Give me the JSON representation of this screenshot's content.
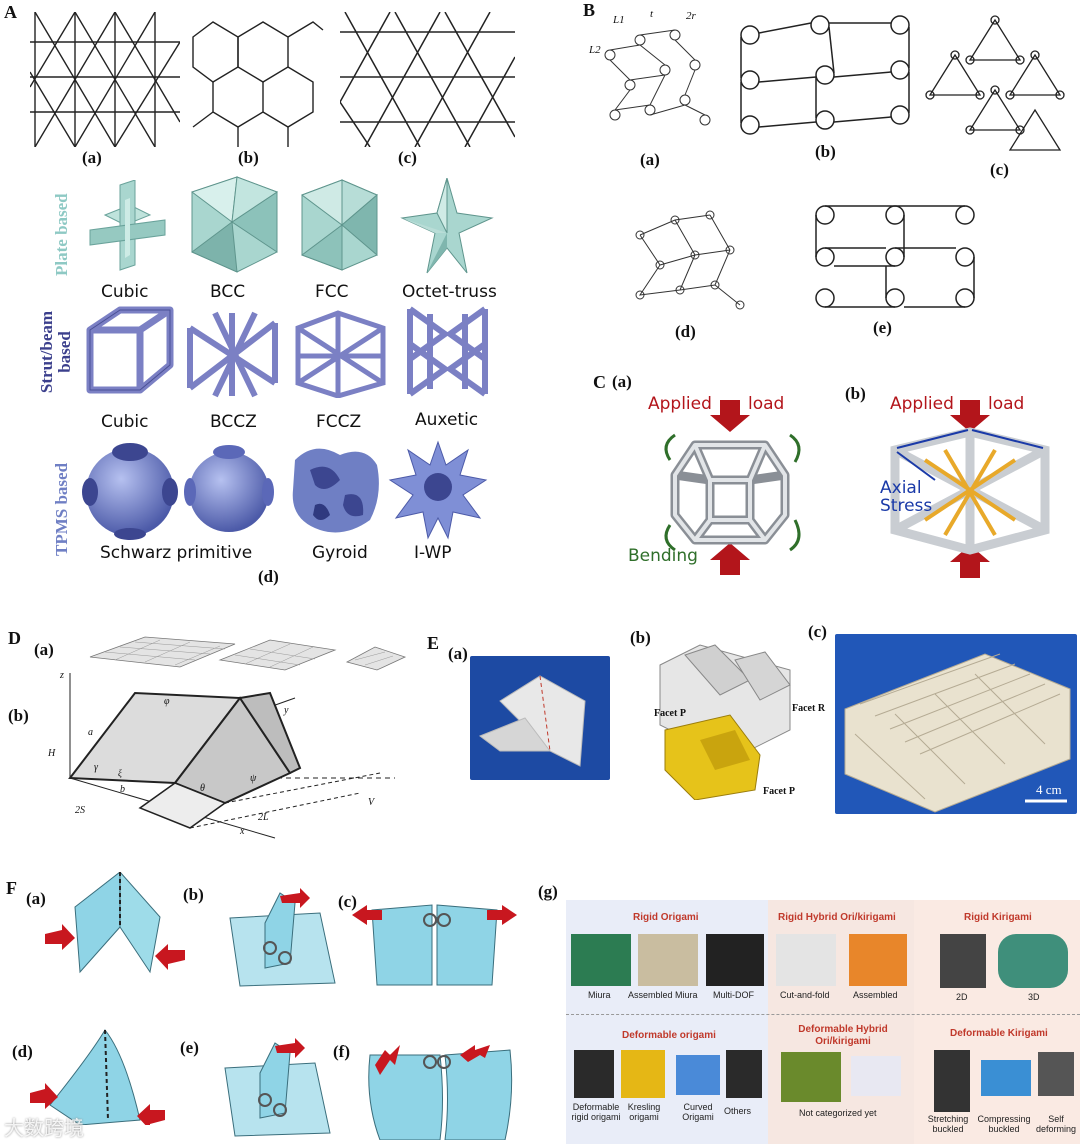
{
  "panels": {
    "A": {
      "letter": "A",
      "subs": [
        "(a)",
        "(b)",
        "(c)",
        "(d)"
      ],
      "rows": [
        {
          "label": "Plate based",
          "color": "#8ec9c4",
          "items": [
            "Cubic",
            "BCC",
            "FCC",
            "Octet-truss"
          ]
        },
        {
          "label": "Strut/beam based",
          "color": "#3b3f8c",
          "items": [
            "Cubic",
            "BCCZ",
            "FCCZ",
            "Auxetic"
          ]
        },
        {
          "label": "TPMS based",
          "color": "#6f7fc4",
          "items": [
            "Schwarz primitive",
            "Gyroid",
            "I-WP"
          ]
        }
      ]
    },
    "B": {
      "letter": "B",
      "subs": [
        "(a)",
        "(b)",
        "(c)",
        "(d)",
        "(e)"
      ],
      "symbols": [
        "L1",
        "t",
        "2r",
        "L2"
      ]
    },
    "C": {
      "letter": "C",
      "a": {
        "sub": "(a)",
        "applied": "Applied",
        "load": "load",
        "bending": "Bending"
      },
      "b": {
        "sub": "(b)",
        "applied": "Applied",
        "load": "load",
        "axial": "Axial",
        "stress": "Stress"
      }
    },
    "D": {
      "letter": "D",
      "subs": [
        "(a)",
        "(b)"
      ],
      "symbols": [
        "z",
        "y",
        "x",
        "φ",
        "a",
        "γ",
        "ξ",
        "b",
        "H",
        "θ",
        "ψ",
        "V",
        "2S",
        "2L"
      ]
    },
    "E": {
      "letter": "E",
      "subs": [
        "(a)",
        "(b)",
        "(c)"
      ],
      "facets": [
        "Facet P",
        "Facet R",
        "Facet P"
      ],
      "scale": "4 cm"
    },
    "F": {
      "letter": "F",
      "subs": [
        "(a)",
        "(b)",
        "(c)",
        "(d)",
        "(e)",
        "(f)",
        "(g)"
      ]
    },
    "G": {
      "sections": [
        {
          "title": "Rigid Origami",
          "items": [
            "Miura",
            "Assembled Miura",
            "Multi-DOF"
          ]
        },
        {
          "title": "Rigid Hybrid Ori/kirigami",
          "items": [
            "Cut-and-fold",
            "Assembled"
          ]
        },
        {
          "title": "Rigid Kirigami",
          "items": [
            "2D",
            "3D"
          ]
        },
        {
          "title": "Deformable origami",
          "items": [
            "Deformable rigid origami",
            "Kresling origami",
            "Curved Origami",
            "Others"
          ]
        },
        {
          "title": "Deformable Hybrid Ori/kirigami",
          "items": [
            "Not categorized yet"
          ]
        },
        {
          "title": "Deformable Kirigami",
          "items": [
            "Stretching buckled",
            "Compressing buckled",
            "Self deforming"
          ]
        }
      ]
    },
    "watermark": "大数跨境"
  },
  "colors": {
    "plate": "#a9d6cf",
    "strut": "#7b80c4",
    "tpms": "#7f8fd6",
    "arrow": "#b3151b",
    "green": "#2f6f2a",
    "blue": "#1a3aa8",
    "origami": "#8fd4e6"
  }
}
